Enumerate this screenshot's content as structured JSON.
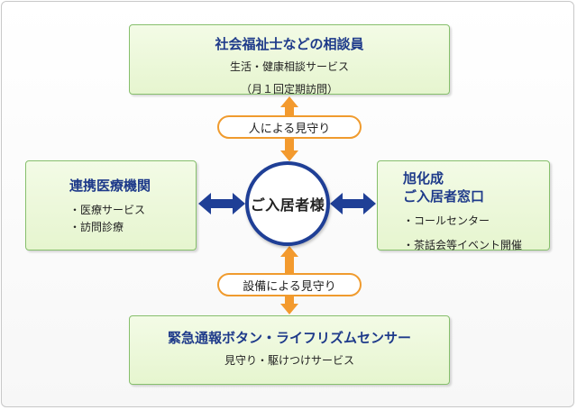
{
  "center": {
    "label": "ご入居者様"
  },
  "top_box": {
    "title": "社会福祉士などの相談員",
    "line1": "生活・健康相談サービス",
    "line2": "（月１回定期訪問）"
  },
  "left_box": {
    "title": "連携医療機関",
    "items": [
      "・医療サービス",
      "・訪問診療"
    ]
  },
  "right_box": {
    "title_line1": "旭化成",
    "title_line2": "ご入居者窓口",
    "items": [
      "・コールセンター",
      "・茶話会等イベント開催"
    ]
  },
  "bottom_box": {
    "title": "緊急通報ボタン・ライフリズムセンサー",
    "line1": "見守り・駆けつけサービス"
  },
  "links": {
    "people_watch": "人による見守り",
    "equipment_watch": "設備による見守り"
  },
  "colors": {
    "orange_arrow": "#f39a2e",
    "blue_arrow": "#1f3f96",
    "box_fill": "#e6f5cf",
    "box_border": "#86bf6c",
    "title_text": "#1e3a8a"
  }
}
